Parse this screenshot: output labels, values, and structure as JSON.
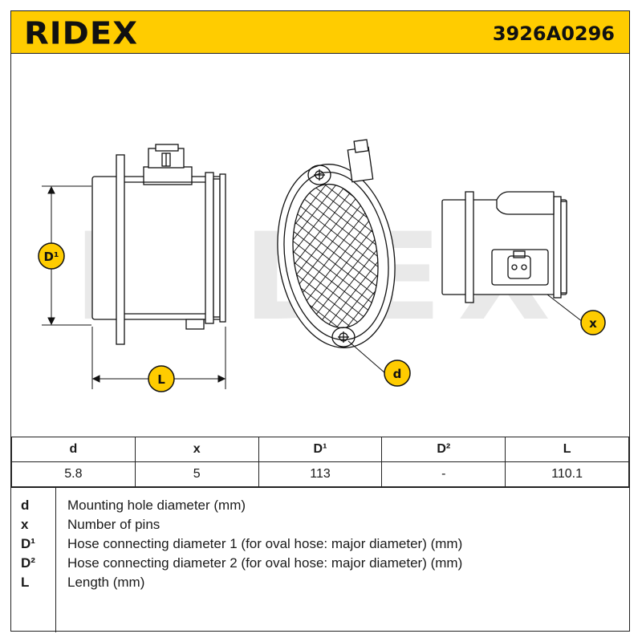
{
  "header": {
    "brand": "RIDEX",
    "part_number": "3926A0296",
    "brand_color": "#ffcc00"
  },
  "drawing": {
    "watermark": "RIDEX",
    "labels": {
      "D1": "D¹",
      "L": "L",
      "d": "d",
      "x": "x"
    }
  },
  "dimensions": {
    "headers": [
      "d",
      "x",
      "D¹",
      "D²",
      "L"
    ],
    "values": [
      "5.8",
      "5",
      "113",
      "-",
      "110.1"
    ]
  },
  "legend": [
    {
      "key": "d",
      "desc": "Mounting hole diameter (mm)"
    },
    {
      "key": "x",
      "desc": "Number of pins"
    },
    {
      "key": "D¹",
      "desc": "Hose connecting diameter 1 (for oval hose: major diameter) (mm)"
    },
    {
      "key": "D²",
      "desc": "Hose connecting diameter 2 (for oval hose: major diameter) (mm)"
    },
    {
      "key": "L",
      "desc": "Length (mm)"
    }
  ]
}
